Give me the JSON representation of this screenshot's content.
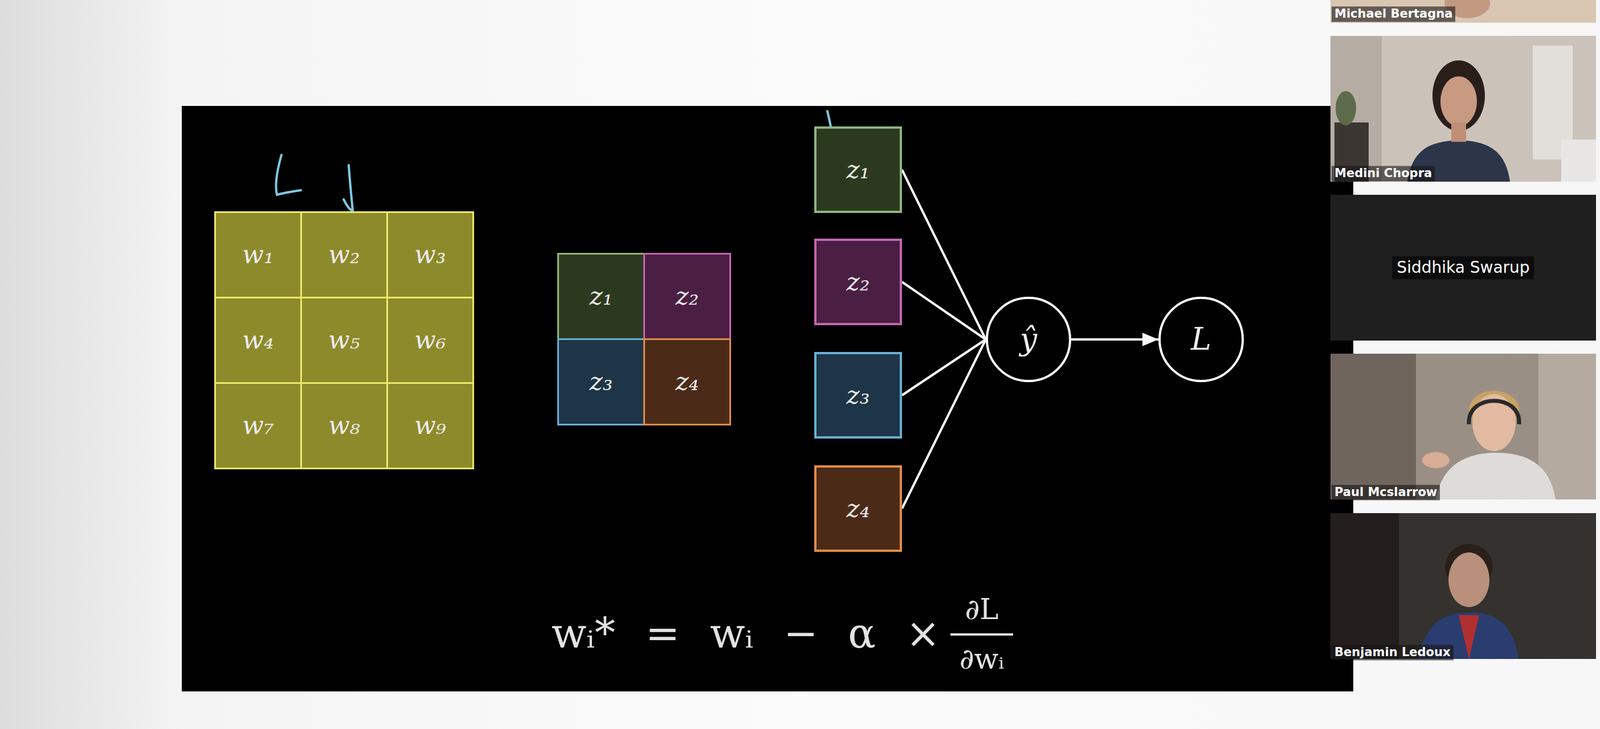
{
  "diagram": {
    "nodes": [
      {
        "text": [
          "w₁"
        ]
      },
      {
        "text": [
          "w₂"
        ]
      },
      {
        "text": [
          "w₃"
        ]
      },
      {
        "text": [
          "w₄"
        ]
      },
      {
        "text": [
          "w₅"
        ]
      },
      {
        "text": [
          "w₆"
        ]
      },
      {
        "text": [
          "w₇"
        ]
      },
      {
        "text": [
          "w₈"
        ]
      },
      {
        "text": [
          "w₉"
        ]
      },
      {
        "text": [
          "z₁"
        ]
      },
      {
        "text": [
          "z₂"
        ]
      },
      {
        "text": [
          "z₃"
        ]
      },
      {
        "text": [
          "z₄"
        ]
      },
      {
        "text": [
          "z₁"
        ]
      },
      {
        "text": [
          "z₂"
        ]
      },
      {
        "text": [
          "z₃"
        ]
      },
      {
        "text": [
          "z₄"
        ]
      },
      {
        "text": [
          "ŷ"
        ]
      },
      {
        "text": [
          "L"
        ]
      }
    ],
    "edges": [
      {
        "from": 13,
        "to": 17,
        "arrow": "none"
      },
      {
        "from": 14,
        "to": 17,
        "arrow": "none"
      },
      {
        "from": 15,
        "to": 17,
        "arrow": "none"
      },
      {
        "from": 16,
        "to": 17,
        "arrow": "none"
      },
      {
        "from": 17,
        "to": 18,
        "arrow": "to"
      }
    ],
    "labels": [
      "Michael Bertagna",
      "Medini Chopra",
      "Siddhika Swarup",
      "Paul Mcslarrow",
      "Benjamin Ledoux",
      "wᵢ* = wᵢ − α ×",
      "∂L",
      "∂wᵢ"
    ]
  }
}
